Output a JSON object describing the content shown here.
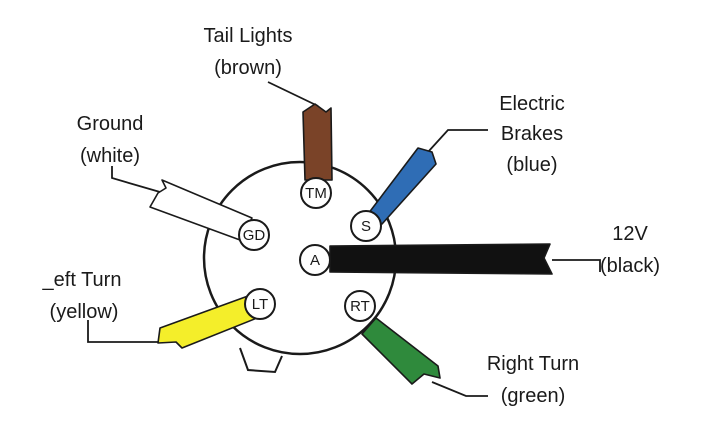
{
  "connector": {
    "pins": {
      "tm": "TM",
      "s": "S",
      "gd": "GD",
      "a": "A",
      "lt": "LT",
      "rt": "RT"
    }
  },
  "labels": {
    "tail_lights": {
      "line1": "Tail Lights",
      "line2": "(brown)"
    },
    "ground": {
      "line1": "Ground",
      "line2": "(white)"
    },
    "electric_brakes": {
      "line1": "Electric",
      "line2": "Brakes",
      "line3": "(blue)"
    },
    "twelve_v": {
      "line1": "12V",
      "line2": "(black)"
    },
    "left_turn": {
      "line1": "_eft Turn",
      "line2": "(yellow)"
    },
    "right_turn": {
      "line1": "Right Turn",
      "line2": "(green)"
    }
  },
  "colors": {
    "brown": "#7a4328",
    "blue": "#2f6db5",
    "white": "#ffffff",
    "black": "#111111",
    "yellow": "#f4ee2a",
    "green": "#2f8a3c"
  }
}
